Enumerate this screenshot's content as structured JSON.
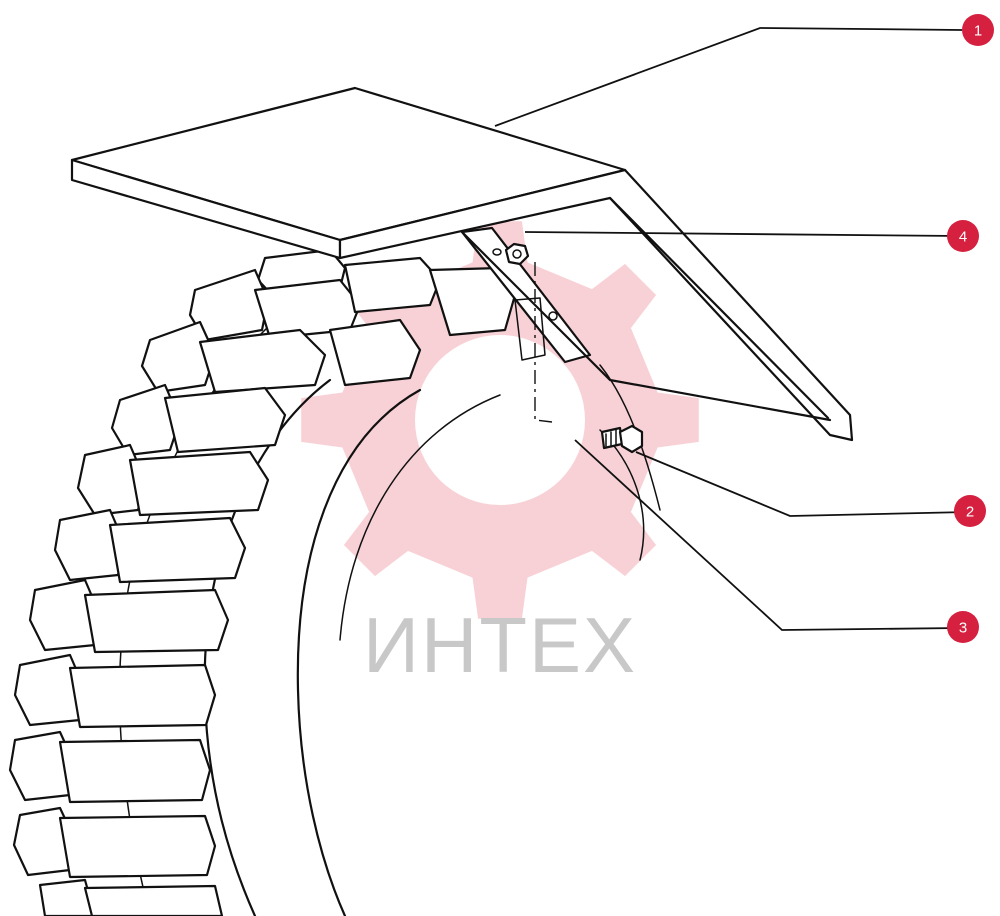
{
  "watermark": {
    "text": "ИНТЕХ",
    "text_color": "#c8c8c8",
    "gear_color": "#f7c9cf"
  },
  "callouts": {
    "color": "#d5203f",
    "items": [
      {
        "id": "1",
        "label": "1",
        "target": "fender-plate"
      },
      {
        "id": "2",
        "label": "2",
        "target": "bolt"
      },
      {
        "id": "3",
        "label": "3",
        "target": "mounting-bracket"
      },
      {
        "id": "4",
        "label": "4",
        "target": "nut"
      }
    ]
  }
}
